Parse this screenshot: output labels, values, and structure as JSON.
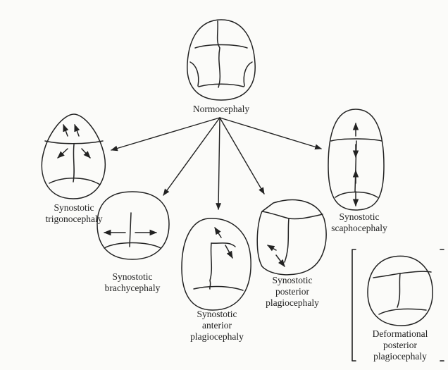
{
  "figure": {
    "labels": {
      "normocephaly": [
        "Normocephaly"
      ],
      "trigonocephaly": [
        "Synostotic",
        "trigonocephaly"
      ],
      "brachycephaly": [
        "Synostotic",
        "brachycephaly"
      ],
      "anterior_plagiocephaly": [
        "Synostotic",
        "anterior",
        "plagiocephaly"
      ],
      "posterior_plagiocephaly": [
        "Synostotic",
        "posterior",
        "plagiocephaly"
      ],
      "scaphocephaly": [
        "Synostotic",
        "scaphocephaly"
      ],
      "deformational_plagiocephaly": [
        "Deformational",
        "posterior",
        "plagiocephaly"
      ]
    }
  }
}
